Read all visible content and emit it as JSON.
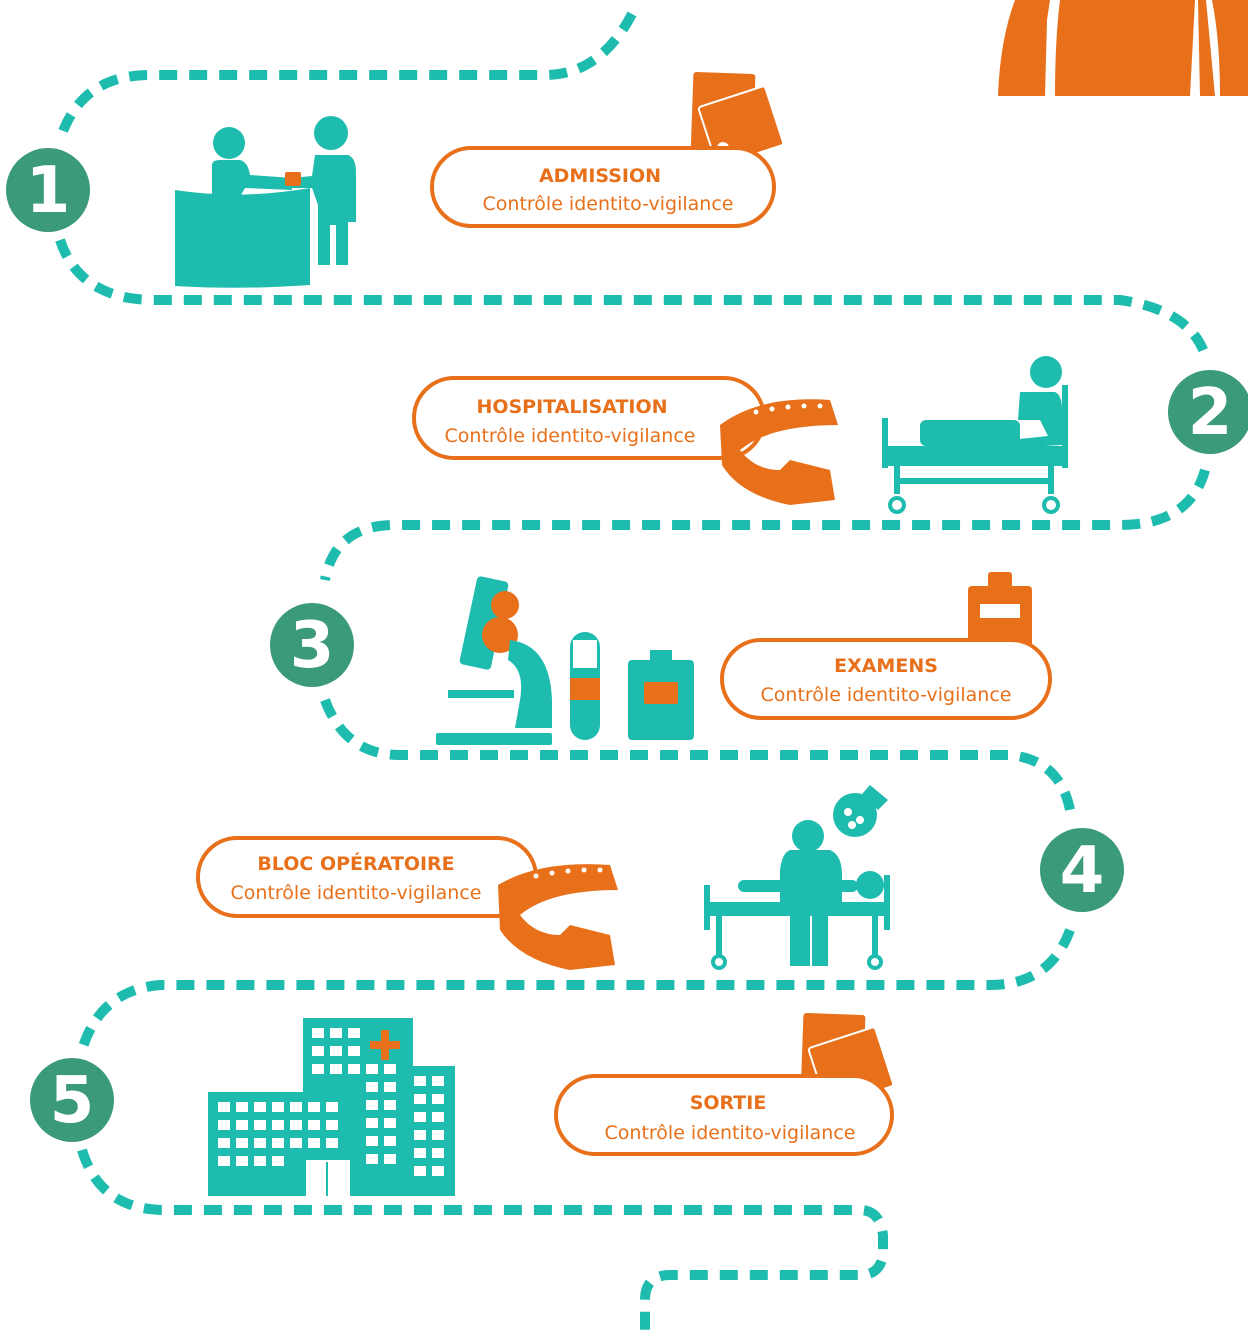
{
  "steps": [
    {
      "number": "1",
      "title": "ADMISSION",
      "subtitle": "Contrôle identito-vigilance"
    },
    {
      "number": "2",
      "title": "HOSPITALISATION",
      "subtitle": "Contrôle identito-vigilance"
    },
    {
      "number": "3",
      "title": "EXAMENS",
      "subtitle": "Contrôle identito-vigilance"
    },
    {
      "number": "4",
      "title": "BLOC OPÉRATOIRE",
      "subtitle": "Contrôle identito-vigilance"
    },
    {
      "number": "5",
      "title": "SORTIE",
      "subtitle": "Contrôle identito-vigilance"
    }
  ],
  "colors": {
    "teal": "#1ebcae",
    "orange": "#e8701a",
    "number_green": "#3c9a7c"
  },
  "icons": [
    "reception-desk-icon",
    "id-cards-icon",
    "wristband-icon",
    "hospital-bed-icon",
    "microscope-icon",
    "test-tube-icon",
    "blood-bag-icon",
    "clipboard-icon",
    "surgery-icon",
    "hospital-building-icon",
    "person-silhouette-icon"
  ]
}
